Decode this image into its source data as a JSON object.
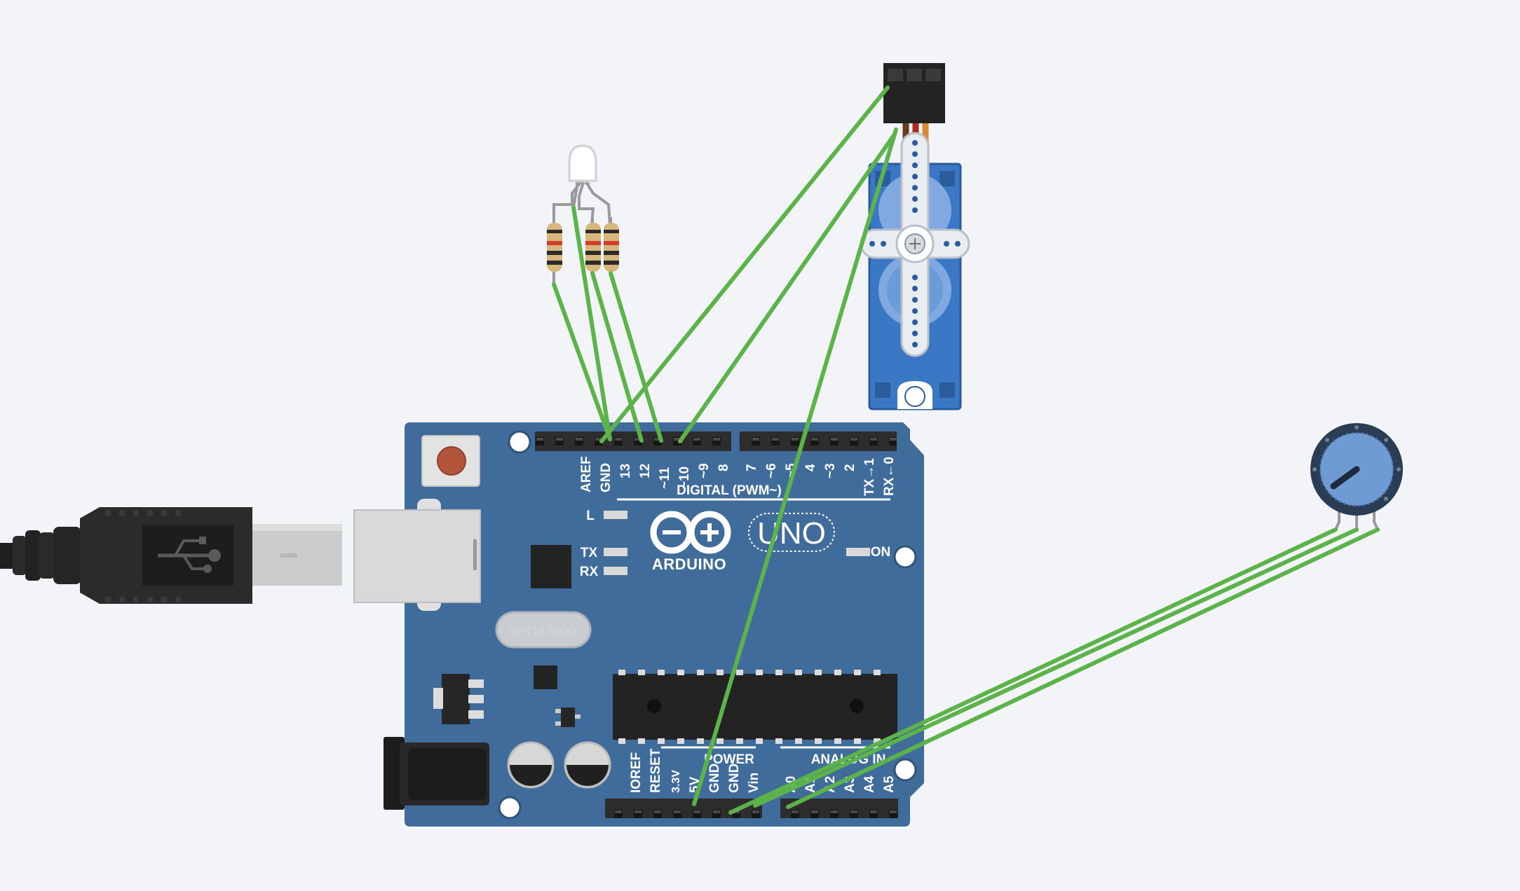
{
  "board": {
    "brand": "ARDUINO",
    "model": "UNO",
    "crystal": "5PK16.000G",
    "digital_header_label": "DIGITAL (PWM~)",
    "power_header_label": "POWER",
    "analog_header_label": "ANALOG IN",
    "led_labels": {
      "l": "L",
      "tx": "TX",
      "rx": "RX",
      "on": "ON"
    },
    "digital_pins": [
      "AREF",
      "GND",
      "13",
      "12",
      "~11",
      "~10",
      "~9",
      "8",
      "7",
      "~6",
      "~5",
      "4",
      "~3",
      "2",
      "TX→1",
      "RX←0"
    ],
    "power_pins": [
      "IOREF",
      "RESET",
      "3.3V",
      "5V",
      "GND",
      "GND",
      "Vin"
    ],
    "analog_pins": [
      "A0",
      "A1",
      "A2",
      "A3",
      "A4",
      "A5"
    ]
  },
  "components": [
    "usb-cable",
    "rgb-led",
    "resistor",
    "resistor",
    "resistor",
    "micro-servo",
    "potentiometer"
  ],
  "colors": {
    "background": "#f2f4f7",
    "board": "#3f6c9a",
    "wire": "#5cb34a",
    "servo": "#3a78c6",
    "potentiometer": "#6e9bd3"
  }
}
